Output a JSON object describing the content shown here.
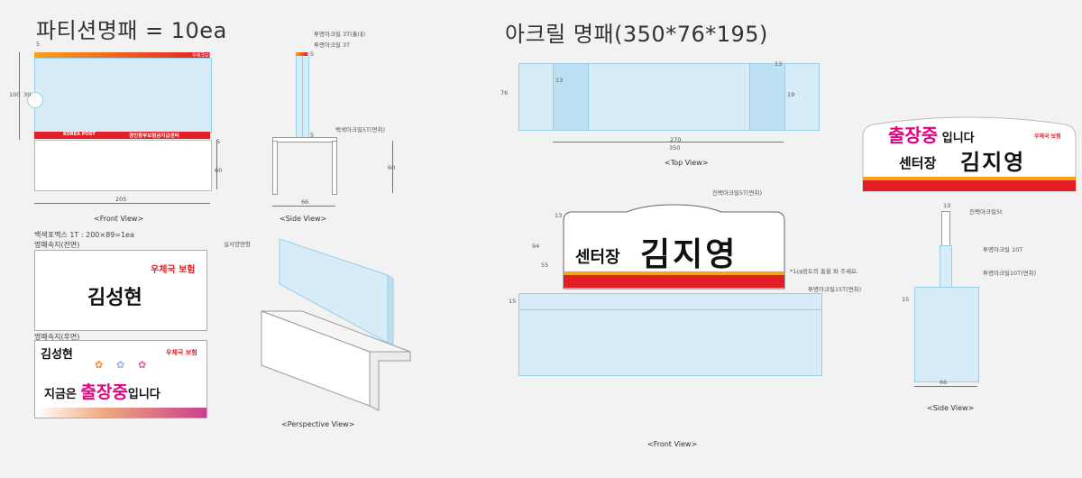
{
  "left": {
    "heading": "파티션명패 = 10ea",
    "front_view_label": "<Front View>",
    "side_view_label": "<Side View>",
    "perspective_label": "<Perspective View>",
    "front": {
      "brand_small": "우체국보험",
      "post_logo": "KOREA POST",
      "bar_text": "경인동부보험금지급센터",
      "dim_5": "5",
      "dim_100": "100",
      "dim_30": "30",
      "dim_5b": "5",
      "dim_60": "60",
      "dim_205": "205"
    },
    "side": {
      "note1": "투명아크릴 3T(홀내)",
      "note2": "투명아크릴 3T",
      "note3": "백색아크릴5T(면취)",
      "dim_5a": "5",
      "dim_5b": "5",
      "dim_60": "60",
      "dim_66": "66"
    },
    "perspective_note": "실사양면형",
    "foam_note": "백색포맥스 1T : 200×89=1ea",
    "front_card_label": "명패속지(전면)",
    "back_card_label": "명패속지(후면)",
    "card_front": {
      "brand": "우체국 보험",
      "name": "김성현"
    },
    "card_back": {
      "brand": "우체국 보험",
      "name": "김성현",
      "prefix": "지금은 ",
      "status": "출장중",
      "suffix": "입니다"
    }
  },
  "right": {
    "heading": "아크릴 명패(350*76*195)",
    "top_view_label": "<Top View>",
    "front_view_label": "<Front View>",
    "side_view_label": "<Side View>",
    "top": {
      "dim_76": "76",
      "dim_13a": "13",
      "dim_13b": "13",
      "dim_19": "19",
      "dim_270": "270",
      "dim_350": "350"
    },
    "front": {
      "note_top": "진백아크릴5T(면취)",
      "note_hole": "*1㎝정도의 홈을 파 주세요.",
      "note_base": "투명아크릴15T(면취)",
      "dim_13": "13",
      "dim_94": "94",
      "dim_55": "55",
      "dim_15": "15",
      "title": "센터장",
      "name": "김지영"
    },
    "sample": {
      "status": "출장중",
      "status_suffix": " 입니다",
      "brand": "우체국 보험",
      "title": "센터장",
      "name": "김지영"
    },
    "side": {
      "note1": "진백아크릴5t",
      "note2": "투명아크릴 10T",
      "note3": "투명아크릴10T(면취)",
      "dim_13": "13",
      "dim_15": "15",
      "dim_66": "66"
    }
  }
}
